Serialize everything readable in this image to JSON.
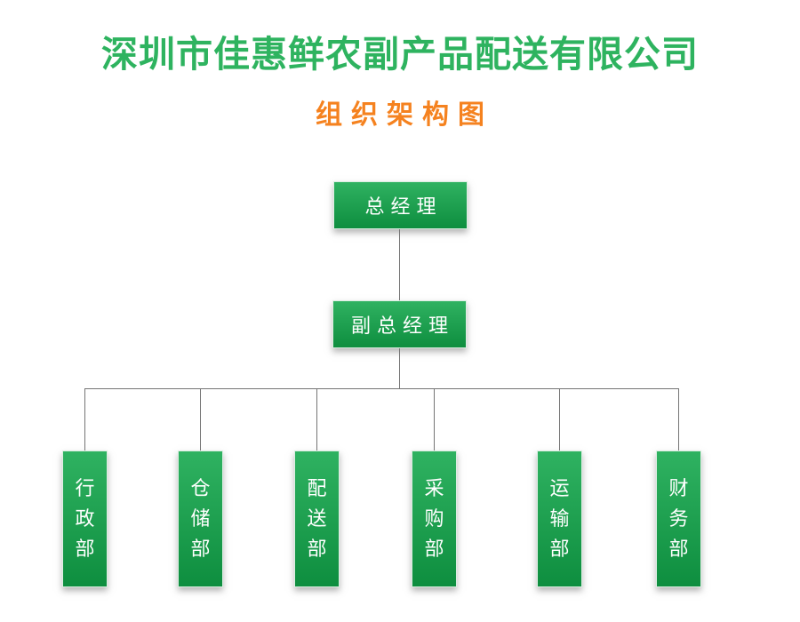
{
  "header": {
    "company_name": "深圳市佳惠鲜农副产品配送有限公司",
    "diagram_title": "组织架构图"
  },
  "colors": {
    "company_name_green": "#2eb35f",
    "diagram_title_orange": "#f5821f",
    "node_gradient_top": "#2fb261",
    "node_gradient_bottom": "#0e8e3f",
    "node_text_white": "#ffffff",
    "connector_gray": "#757575"
  },
  "org_chart": {
    "root": {
      "label": "总经理"
    },
    "deputy": {
      "label": "副总经理"
    },
    "departments": [
      {
        "label": "行政部"
      },
      {
        "label": "仓储部"
      },
      {
        "label": "配送部"
      },
      {
        "label": "采购部"
      },
      {
        "label": "运输部"
      },
      {
        "label": "财务部"
      }
    ]
  }
}
